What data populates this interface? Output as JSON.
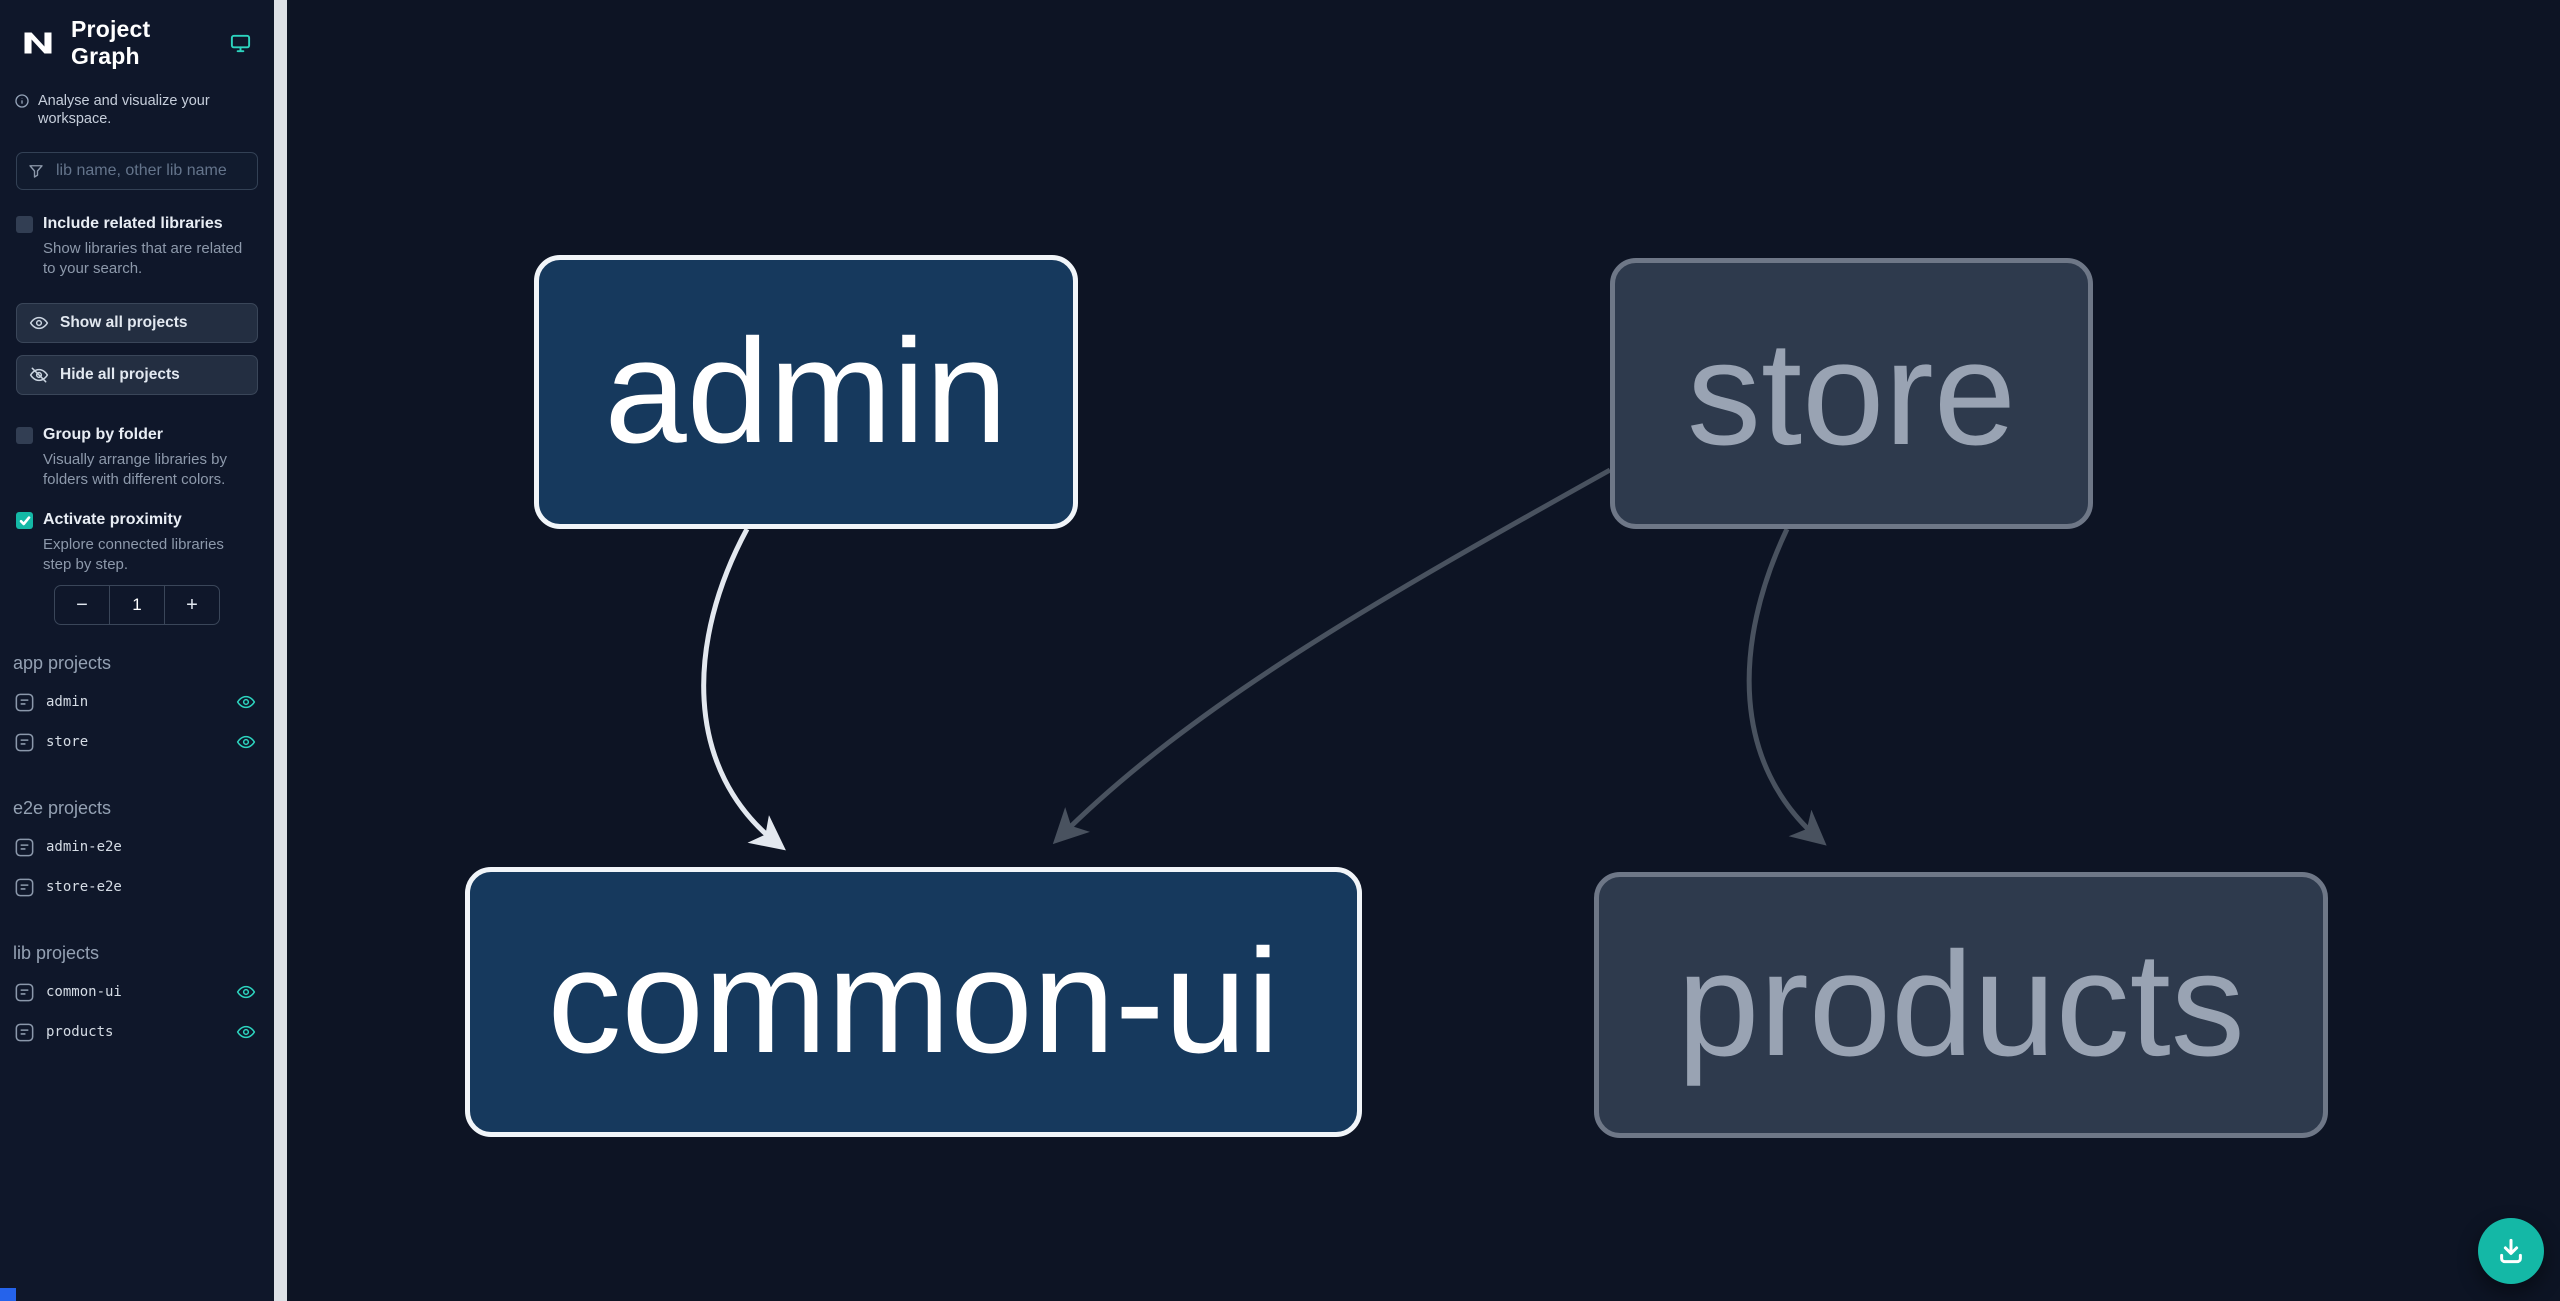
{
  "app": {
    "name": "Nx",
    "title": "Project Graph",
    "tagline": "Analyse and visualize your workspace."
  },
  "search": {
    "placeholder": "lib name, other lib name"
  },
  "controls": {
    "include_related": {
      "label": "Include related libraries",
      "description": "Show libraries that are related to your search.",
      "checked": false
    },
    "show_all": {
      "label": "Show all projects"
    },
    "hide_all": {
      "label": "Hide all projects"
    },
    "group_by_folder": {
      "label": "Group by folder",
      "description": "Visually arrange libraries by folders with different colors.",
      "checked": false
    },
    "proximity": {
      "label": "Activate proximity",
      "description": "Explore connected libraries step by step.",
      "checked": true,
      "value": "1",
      "decrement": "−",
      "increment": "+"
    }
  },
  "sections": [
    {
      "title": "app projects",
      "items": [
        {
          "name": "admin",
          "visible": true
        },
        {
          "name": "store",
          "visible": true
        }
      ]
    },
    {
      "title": "e2e projects",
      "items": [
        {
          "name": "admin-e2e",
          "visible": false
        },
        {
          "name": "store-e2e",
          "visible": false
        }
      ]
    },
    {
      "title": "lib projects",
      "items": [
        {
          "name": "common-ui",
          "visible": true
        },
        {
          "name": "products",
          "visible": true
        }
      ]
    }
  ],
  "graph": {
    "nodes": [
      {
        "id": "admin",
        "label": "admin",
        "type": "app",
        "state": "focused"
      },
      {
        "id": "store",
        "label": "store",
        "type": "app",
        "state": "unfocused"
      },
      {
        "id": "common-ui",
        "label": "common-ui",
        "type": "lib",
        "state": "focused"
      },
      {
        "id": "products",
        "label": "products",
        "type": "lib",
        "state": "unfocused"
      }
    ],
    "edges": [
      {
        "source": "admin",
        "target": "common-ui",
        "state": "highlighted"
      },
      {
        "source": "store",
        "target": "common-ui",
        "state": "dimmed"
      },
      {
        "source": "store",
        "target": "products",
        "state": "dimmed"
      }
    ]
  },
  "colors": {
    "accent": "#14b8a6",
    "sidebar_bg": "#0f172a",
    "canvas_bg": "#0d1424",
    "focused_node_fill": "#16395d",
    "focused_node_border": "#f1f5f9",
    "unfocused_node_fill": "#2e3a4d",
    "unfocused_node_border": "#6e7787",
    "edge_highlight": "#e3e8ef",
    "edge_dimmed": "#49525f",
    "corner_square": "#2563eb"
  }
}
